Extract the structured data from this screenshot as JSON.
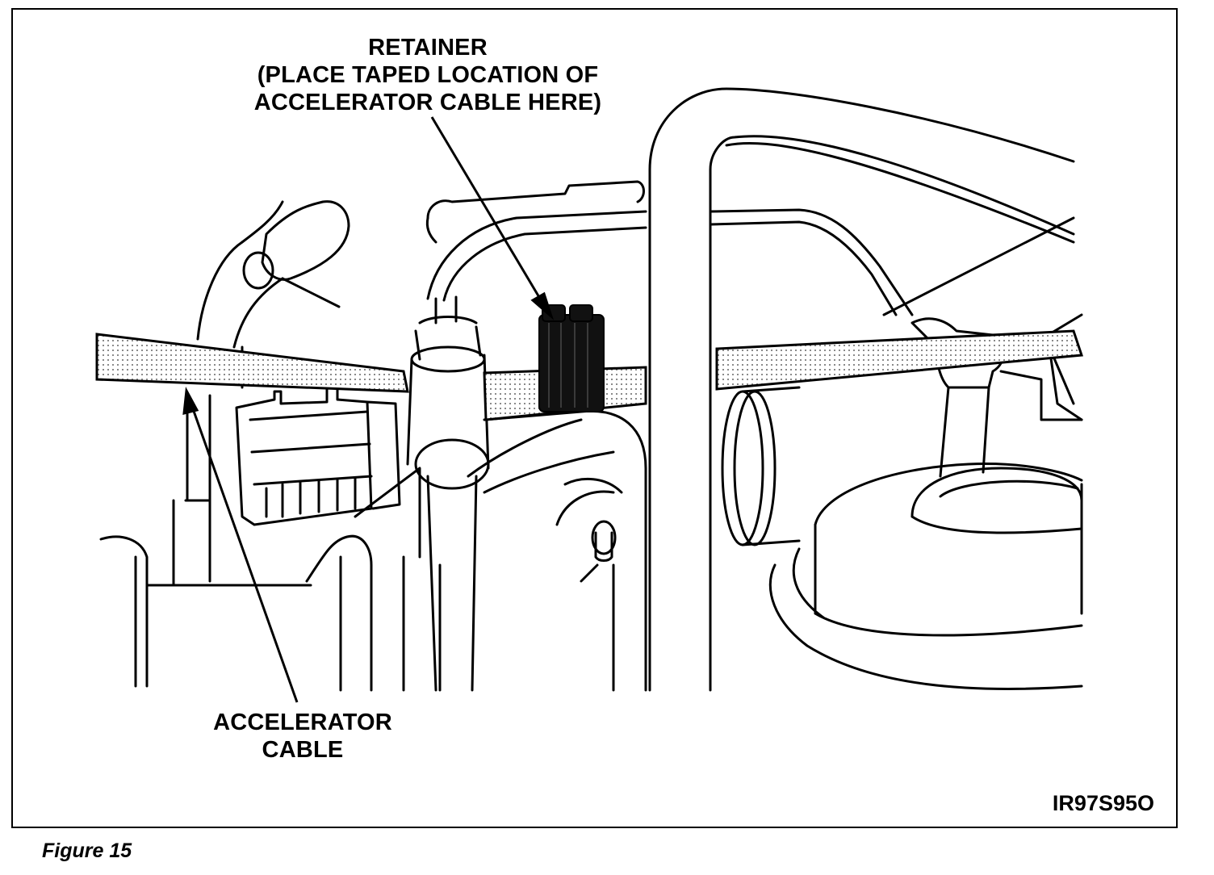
{
  "callouts": {
    "retainer": {
      "line1": "RETAINER",
      "line2": "(PLACE TAPED LOCATION OF",
      "line3": "ACCELERATOR CABLE HERE)"
    },
    "accelerator_cable": {
      "line1": "ACCELERATOR",
      "line2": "CABLE"
    }
  },
  "figure_code": "IR97S95O",
  "figure_caption": "Figure 15",
  "colors": {
    "ink": "#000000",
    "paper": "#ffffff",
    "tape_dots": "#9a9a9a"
  }
}
